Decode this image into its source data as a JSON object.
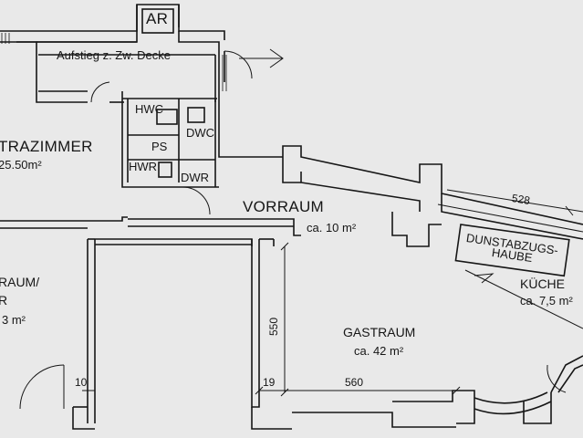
{
  "rooms": {
    "ar": "AR",
    "aufstieg": "Aufstieg z. Zw. Decke",
    "hwc": "HWC",
    "dwc": "DWC",
    "ps": "PS",
    "hwr": "HWR",
    "dwr": "DWR",
    "extrazimmer": "TRAZIMMER",
    "extrazimmer_area": "25.50m²",
    "vorraum": "VORRAUM",
    "vorraum_area": "ca. 10 m²",
    "dunstabzug_line1": "DUNSTABZUGS-",
    "dunstabzug_line2": "HAUBE",
    "kueche": "KÜCHE",
    "kueche_area": "ca. 7,5 m²",
    "raum_line1": "RAUM/",
    "raum_line2": "R",
    "raum_area": "3 m²",
    "gastraum": "GASTRAUM",
    "gastraum_area": "ca. 42 m²"
  },
  "dimensions": {
    "d528": "528",
    "d550": "550",
    "d560": "560",
    "d10": "10",
    "d19": "19"
  },
  "colors": {
    "background": "#e9e9e9",
    "ink": "#161616"
  }
}
